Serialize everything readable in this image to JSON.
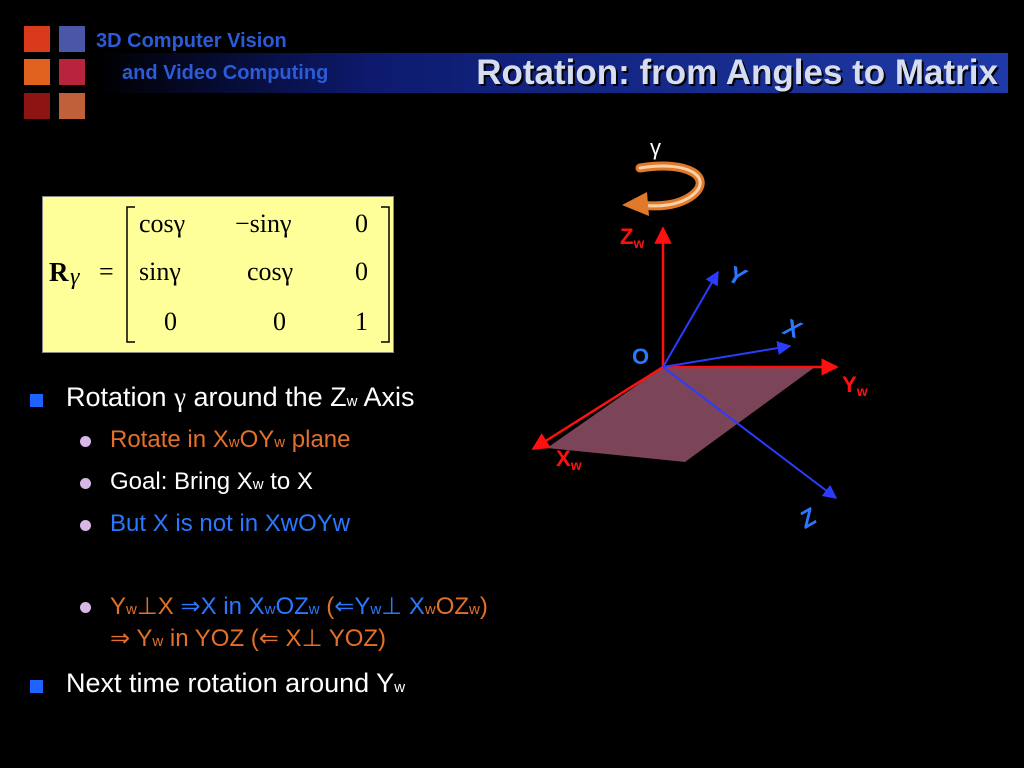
{
  "header": {
    "course_line1": "3D Computer Vision",
    "course_line2": "and Video Computing",
    "title": "Rotation: from Angles to Matrix",
    "logo_colors": [
      "#d93a1c",
      "#4a56a8",
      "#e0621e",
      "#b8243c",
      "#8e1414",
      "#c0603a"
    ]
  },
  "matrix": {
    "lhs_R": "R",
    "lhs_sub": "γ",
    "equals": "=",
    "rows": [
      [
        "cosγ",
        "−sinγ",
        "0"
      ],
      [
        "sinγ",
        "cosγ",
        "0"
      ],
      [
        "0",
        "0",
        "1"
      ]
    ]
  },
  "bullets": {
    "b1": {
      "pre": "Rotation ",
      "gamma": "γ",
      "mid": " around the Z",
      "sub": "w",
      "post": " Axis"
    },
    "s1": {
      "a": "Rotate in X",
      "a_sub": "w",
      "b": "OY",
      "b_sub": "w",
      "c": " plane"
    },
    "s2": {
      "a": "Goal: Bring X",
      "a_sub": "w",
      "b": " to X"
    },
    "s3": {
      "text": "But X is not in XwOYw"
    },
    "s4": {
      "line1": [
        {
          "t": "Y",
          "c": "orange"
        },
        {
          "t": "w",
          "c": "orange",
          "sub": true
        },
        {
          "t": "⊥X ",
          "c": "orange"
        },
        {
          "t": "⇒X in X",
          "c": "blue"
        },
        {
          "t": "w",
          "c": "blue",
          "sub": true
        },
        {
          "t": "OZ",
          "c": "blue"
        },
        {
          "t": "w",
          "c": "blue",
          "sub": true
        },
        {
          "t": " (",
          "c": "orange"
        },
        {
          "t": "⇐Y",
          "c": "blue"
        },
        {
          "t": "w",
          "c": "blue",
          "sub": true
        },
        {
          "t": "⊥ X",
          "c": "blue"
        },
        {
          "t": "w",
          "c": "orange",
          "sub": true
        },
        {
          "t": "OZ",
          "c": "orange"
        },
        {
          "t": "w",
          "c": "orange",
          "sub": true
        },
        {
          "t": ")",
          "c": "orange"
        }
      ],
      "line2": [
        {
          "t": "⇒ Y",
          "c": "orange"
        },
        {
          "t": "w",
          "c": "orange",
          "sub": true
        },
        {
          "t": " in YOZ (",
          "c": "orange"
        },
        {
          "t": "⇐ X⊥ YOZ)",
          "c": "orange"
        }
      ]
    },
    "b2": {
      "pre": "Next time rotation around Y",
      "sub": "w"
    }
  },
  "diagram": {
    "gamma": "γ",
    "labels": {
      "Zw": "Z",
      "Zw_sub": "w",
      "Yw": "Y",
      "Yw_sub": "w",
      "Xw": "X",
      "Xw_sub": "w",
      "O": "O",
      "X": "X",
      "Y": "Y",
      "Z": "Z"
    },
    "colors": {
      "world_axes": "#ff1010",
      "camera_axes": "#2a3cff",
      "camera_labels": "#2a78ff",
      "plane_fill": "#8a4b63",
      "rotation_arrow": "#e07a2a",
      "origin_label": "#2a78ff"
    }
  }
}
